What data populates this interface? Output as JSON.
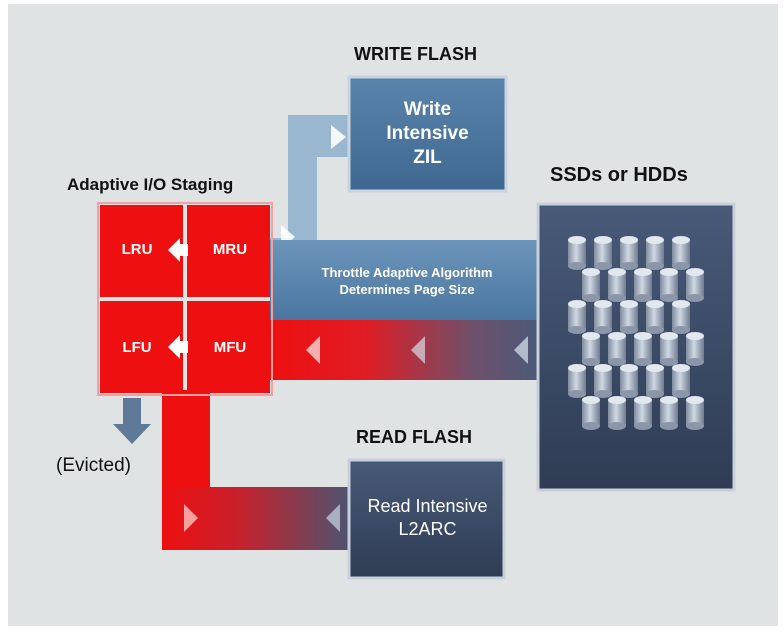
{
  "labels": {
    "write_flash_heading": "WRITE FLASH",
    "read_flash_heading": "READ FLASH",
    "ssds_heading": "SSDs or HDDs",
    "staging_heading": "Adaptive I/O Staging",
    "evicted": "(Evicted)"
  },
  "boxes": {
    "write": {
      "line1": "Write",
      "line2": "Intensive",
      "line3": "ZIL"
    },
    "read": {
      "line1": "Read Intensive",
      "line2": "L2ARC"
    }
  },
  "cache": {
    "lru": "LRU",
    "mru": "MRU",
    "lfu": "LFU",
    "mfu": "MFU"
  },
  "throttle": {
    "line1": "Throttle Adaptive Algorithm",
    "line2": "Determines Page Size"
  },
  "colors": {
    "red": "#ee1010",
    "box_blue": "#4f78a0",
    "box_slate": "#3d4d68",
    "band_blue": "#5d88ae",
    "panel_bg": "#dfe3e3"
  }
}
